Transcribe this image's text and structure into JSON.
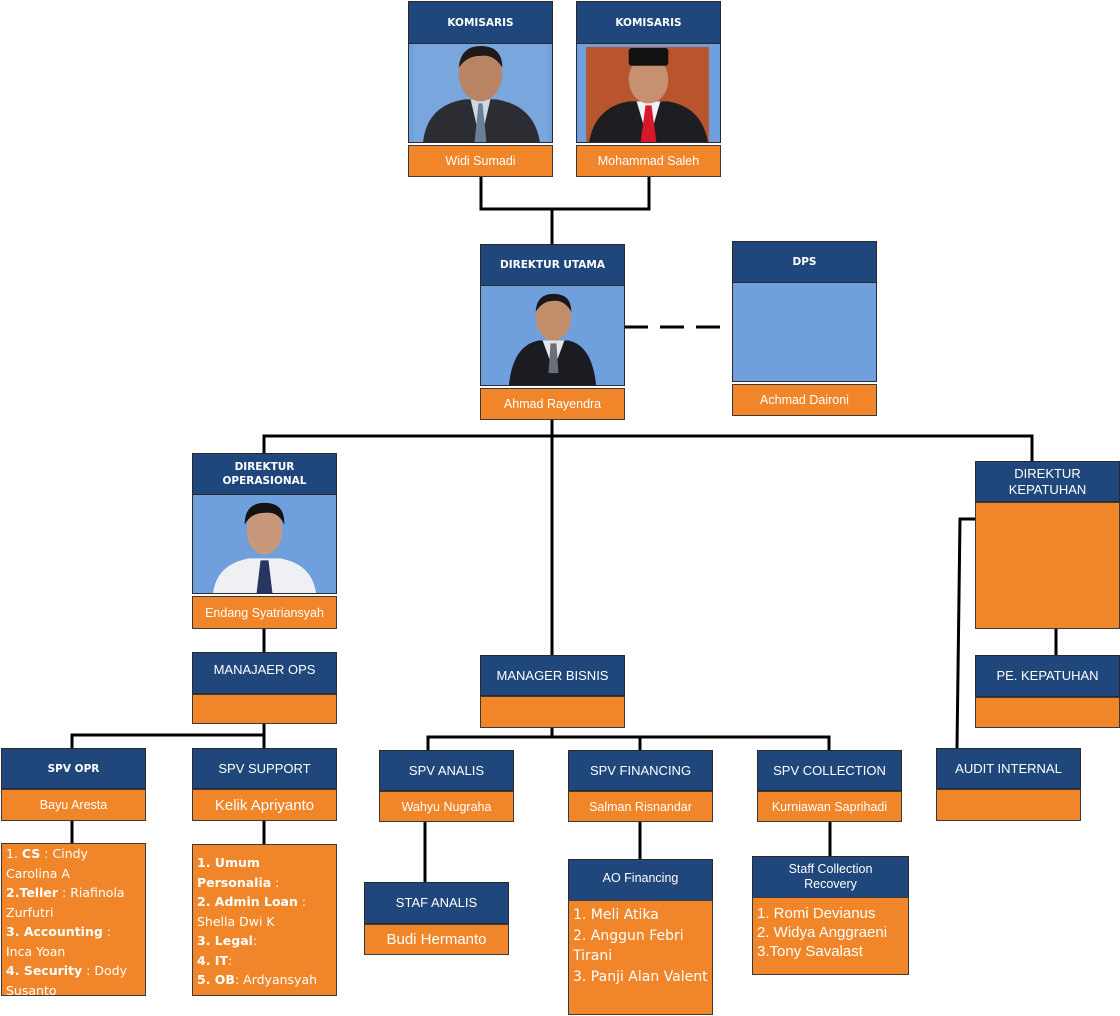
{
  "title": "Struktur Organisasi",
  "colors": {
    "header": "#1f477b",
    "photo_bg": "#6f9fdc",
    "name_bg": "#f0852a",
    "line": "#000000",
    "text": "#ffffff"
  },
  "nodes": {
    "komisaris1": {
      "title": "KOMISARIS",
      "name": "Widi Sumadi",
      "photo": "person-photo"
    },
    "komisaris2": {
      "title": "KOMISARIS",
      "name": "Mohammad Saleh",
      "photo": "person-photo"
    },
    "direktur_utama": {
      "title": "DIREKTUR UTAMA",
      "name": "Ahmad Rayendra",
      "photo": "person-photo"
    },
    "dps": {
      "title": "DPS",
      "name": "Achmad Daironi"
    },
    "direktur_operasional": {
      "title": "DIREKTUR OPERASIONAL",
      "name": "Endang Syatriansyah",
      "photo": "person-photo"
    },
    "direktur_kepatuhan": {
      "title": "DIREKTUR KEPATUHAN",
      "name": ""
    },
    "manajaer_ops": {
      "title": "MANAJAER OPS",
      "name": ""
    },
    "manager_bisnis": {
      "title": "MANAGER BISNIS",
      "name": ""
    },
    "pe_kepatuhan": {
      "title": "PE. KEPATUHAN",
      "name": ""
    },
    "audit_internal": {
      "title": "AUDIT INTERNAL",
      "name": ""
    },
    "spv_opr": {
      "title": "SPV OPR",
      "name": "Bayu Aresta",
      "staff": [
        {
          "label": "CS",
          "prefix": "1. ",
          "sep": " : ",
          "value": "Cindy Carolina A"
        },
        {
          "label": "Teller",
          "prefix": "2.",
          "sep": " : ",
          "value": "Riafinola Zurfutri"
        },
        {
          "label": "Accounting",
          "prefix": "3. ",
          "sep": " : ",
          "value": "Inca Yoan"
        },
        {
          "label": "Security",
          "prefix": "4. ",
          "sep": " : ",
          "value": "Dody Susanto"
        }
      ]
    },
    "spv_support": {
      "title": "SPV SUPPORT",
      "name": "Kelik Apriyanto",
      "staff": [
        {
          "label": "1. Umum Personalia",
          "sep": " :",
          "value": ""
        },
        {
          "label": "2. Admin Loan",
          "sep": " :",
          "value": "Shella Dwi K"
        },
        {
          "label": "3. Legal",
          "sep": ":",
          "value": ""
        },
        {
          "label": "4. IT",
          "sep": ":",
          "value": ""
        },
        {
          "label": "5. OB",
          "sep": ":",
          "value": "Ardyansyah"
        }
      ]
    },
    "spv_analis": {
      "title": "SPV ANALIS",
      "name": "Wahyu Nugraha"
    },
    "spv_financing": {
      "title": "SPV FINANCING",
      "name": "Salman Risnandar"
    },
    "spv_collection": {
      "title": "SPV COLLECTION",
      "name": "Kurniawan Saprihadi"
    },
    "staf_analis": {
      "title": "STAF ANALIS",
      "name": "Budi Hermanto"
    },
    "ao_financing": {
      "title": "AO Financing",
      "staff": [
        "1. Meli Atika",
        "2. Anggun Febri Tirani",
        "3. Panji Alan Valent"
      ]
    },
    "staff_collection": {
      "title": "Staff Collection Recovery",
      "staff": [
        "1. Romi Devianus",
        "2. Widya Anggraeni",
        "3.Tony Savalast"
      ]
    }
  }
}
